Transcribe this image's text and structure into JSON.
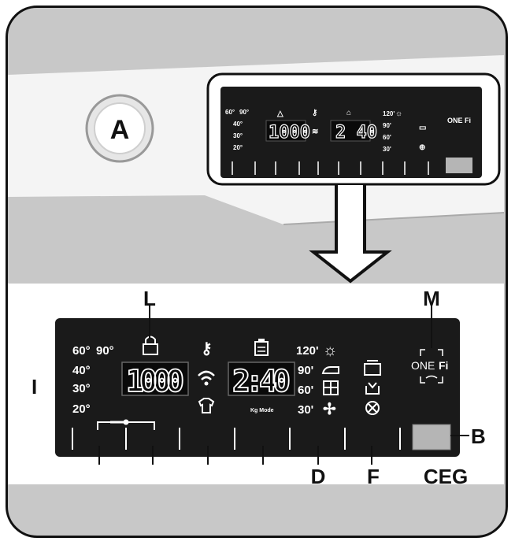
{
  "labels": {
    "knob": "A",
    "lock": "L",
    "onefi": "M",
    "temps_group": "I",
    "button_b": "B",
    "button_d": "D",
    "button_f": "F",
    "button_ceg": "CEG"
  },
  "display": {
    "temp_top_left": "60°",
    "temp_top_right": "90°",
    "temp_40": "40°",
    "temp_30": "30°",
    "temp_20": "20°",
    "spin_speed": "1000",
    "time": "2:40",
    "time_small": "2 40",
    "kg_label": "Kg Mode",
    "time_120": "120'",
    "time_90": "90'",
    "time_60": "60'",
    "time_30": "30'",
    "brand_one": "ONE",
    "brand_fi": "Fi",
    "brand_one_small": "ONE",
    "brand_fi_small": "Fi"
  },
  "colors": {
    "frame": "#c8c8c8",
    "panel": "#1a1a1a",
    "outline": "#111111",
    "button": "#b5b5b5"
  }
}
